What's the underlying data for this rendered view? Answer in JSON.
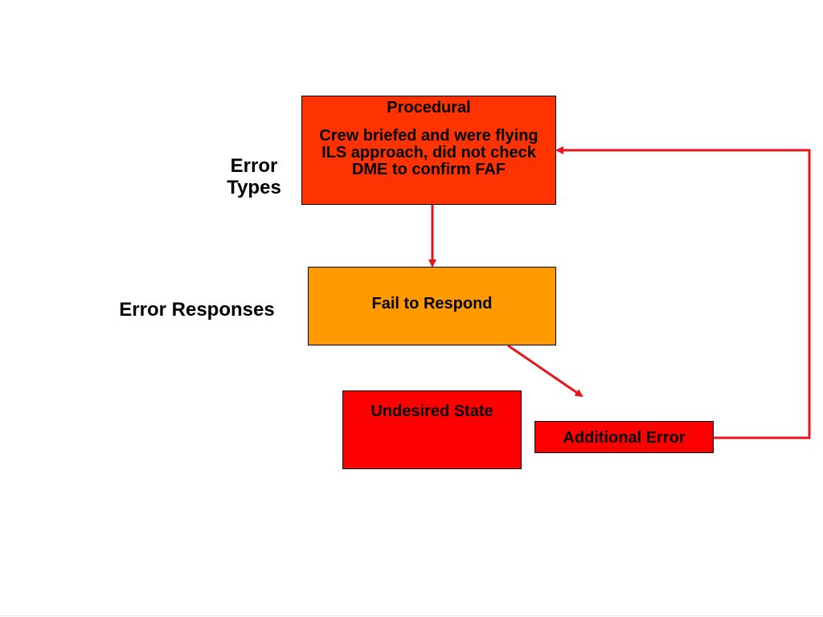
{
  "row_labels": {
    "error_types": "Error Types",
    "error_responses": "Error Responses"
  },
  "nodes": {
    "procedural": {
      "heading": "Procedural",
      "body": "Crew briefed and were flying ILS approach, did not check DME to confirm FAF",
      "color": "#ff3300"
    },
    "fail_to_respond": {
      "label": "Fail to Respond",
      "color": "#ff9900"
    },
    "undesired_state": {
      "label": "Undesired State",
      "color": "#ff0000"
    },
    "additional_error": {
      "label": "Additional Error",
      "color": "#ff0000"
    }
  },
  "connector_color": "#e8141b",
  "edges": [
    {
      "from": "procedural",
      "to": "fail_to_respond"
    },
    {
      "from": "fail_to_respond",
      "to": "additional_error"
    },
    {
      "from": "additional_error",
      "to": "procedural"
    }
  ]
}
